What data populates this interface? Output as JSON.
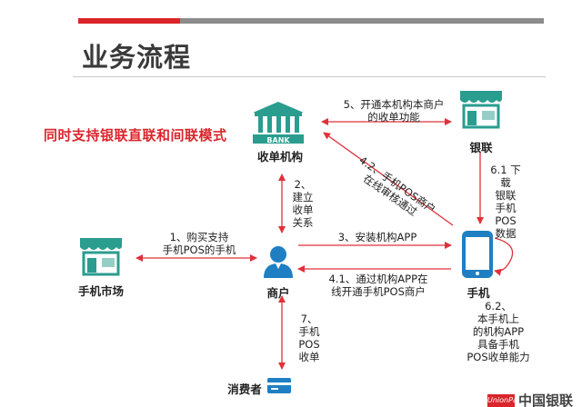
{
  "header": {
    "title": "业务流程",
    "subtitle": "同时支持银联直联和间联模式"
  },
  "nodes": {
    "bank": "收单机构",
    "unionpay": "银联",
    "market": "手机市场",
    "merchant": "商户",
    "phone": "手机",
    "consumer": "消费者"
  },
  "steps": {
    "s1": "1、购买支持\n手机POS的手机",
    "s2": "2、\n建立\n收单\n关系",
    "s3": "3、安装机构APP",
    "s41": "4.1、通过机构APP在\n线开通手机POS商户",
    "s42": "4.2、手机POS商户\n在线审核通过",
    "s5": "5、开通本机构本商户\n的收单功能",
    "s61": "6.1 下载\n银联\n手机\nPOS\n数据",
    "s62": "6.2、\n本手机上\n的机构APP\n具备手机\nPOS收单能力",
    "s7": "7、\n手机\nPOS\n收单"
  },
  "footer": {
    "badge": "UnionPay",
    "brand": "中国银联"
  },
  "colors": {
    "accent_red": "#d9252b",
    "icon_teal": "#2a9d8f",
    "icon_blue": "#1f7fc2",
    "arrow": "#e0313a"
  }
}
